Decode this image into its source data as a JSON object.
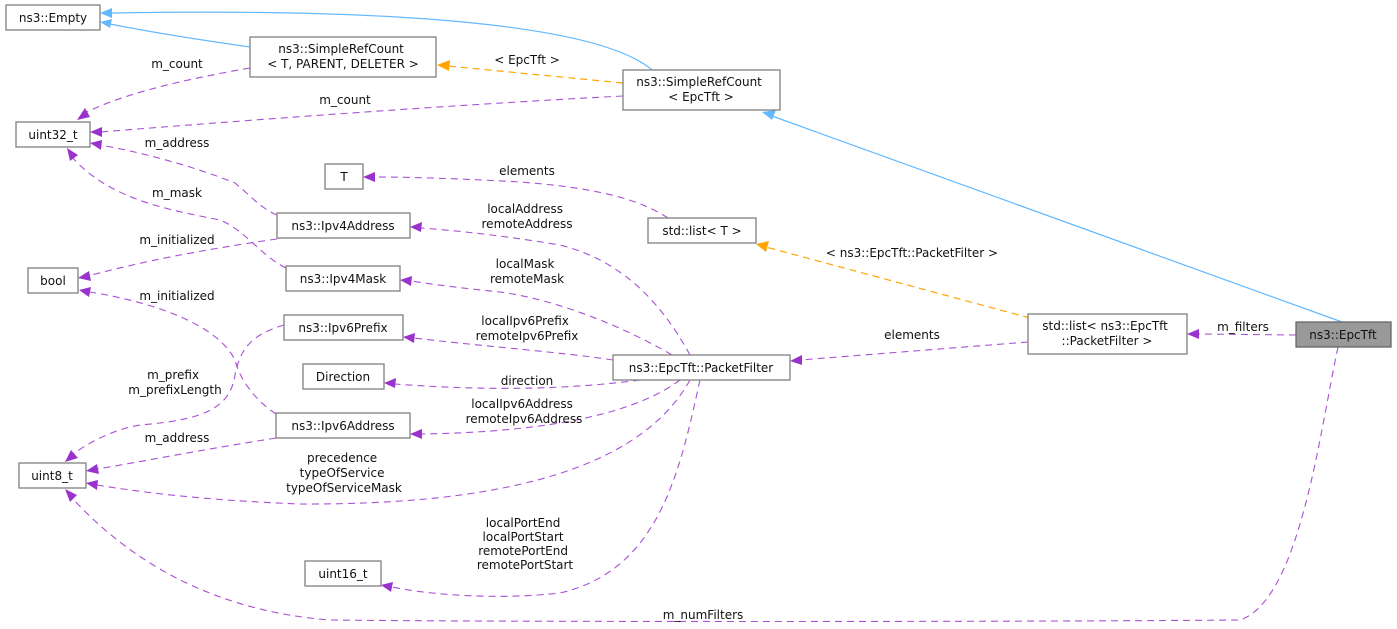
{
  "colors": {
    "inheritance": "#63b8ff",
    "template": "#ffa500",
    "member": "#9a32cd",
    "focus_fill": "#999999",
    "node_border": "#808080"
  },
  "nodes": {
    "empty": [
      "ns3::Empty"
    ],
    "simpleRefCountTemplate": [
      "ns3::SimpleRefCount",
      "< T, PARENT, DELETER >"
    ],
    "simpleRefCountEpcTft": [
      "ns3::SimpleRefCount",
      "< EpcTft >"
    ],
    "uint32": [
      "uint32_t"
    ],
    "t": [
      "T"
    ],
    "ipv4Address": [
      "ns3::Ipv4Address"
    ],
    "listT": [
      "std::list< T >"
    ],
    "bool": [
      "bool"
    ],
    "ipv4Mask": [
      "ns3::Ipv4Mask"
    ],
    "ipv6Prefix": [
      "ns3::Ipv6Prefix"
    ],
    "listPacketFilter": [
      "std::list< ns3::EpcTft",
      "::PacketFilter >"
    ],
    "epcTft": [
      "ns3::EpcTft"
    ],
    "direction": [
      "Direction"
    ],
    "packetFilter": [
      "ns3::EpcTft::PacketFilter"
    ],
    "ipv6Address": [
      "ns3::Ipv6Address"
    ],
    "uint8": [
      "uint8_t"
    ],
    "uint16": [
      "uint16_t"
    ]
  },
  "edge_labels": {
    "templateEpcTft": [
      "< EpcTft >"
    ],
    "countFromTemplate": [
      "m_count"
    ],
    "countFromEpcTft": [
      "m_count"
    ],
    "ipv4AddrToUint32": [
      "m_address"
    ],
    "maskToUint32": [
      "m_mask"
    ],
    "ipv4Initialized": [
      "m_initialized"
    ],
    "ipv6Initialized": [
      "m_initialized"
    ],
    "listElementsT": [
      "elements"
    ],
    "templatePacketFilter": [
      "< ns3::EpcTft::PacketFilter >"
    ],
    "listElementsPF": [
      "elements"
    ],
    "filters": [
      "m_filters"
    ],
    "addresses": [
      "localAddress",
      "remoteAddress"
    ],
    "masks": [
      "localMask",
      "remoteMask"
    ],
    "prefixes": [
      "localIpv6Prefix",
      "remoteIpv6Prefix"
    ],
    "directionEdge": [
      "direction"
    ],
    "ipv6Addresses": [
      "localIpv6Address",
      "remoteIpv6Address"
    ],
    "prefixFields": [
      "m_prefix",
      "m_prefixLength"
    ],
    "ipv6AddrToUint8": [
      "m_address"
    ],
    "serviceFields": [
      "precedence",
      "typeOfService",
      "typeOfServiceMask"
    ],
    "ports": [
      "localPortEnd",
      "localPortStart",
      "remotePortEnd",
      "remotePortStart"
    ],
    "numFilters": [
      "m_numFilters"
    ]
  }
}
